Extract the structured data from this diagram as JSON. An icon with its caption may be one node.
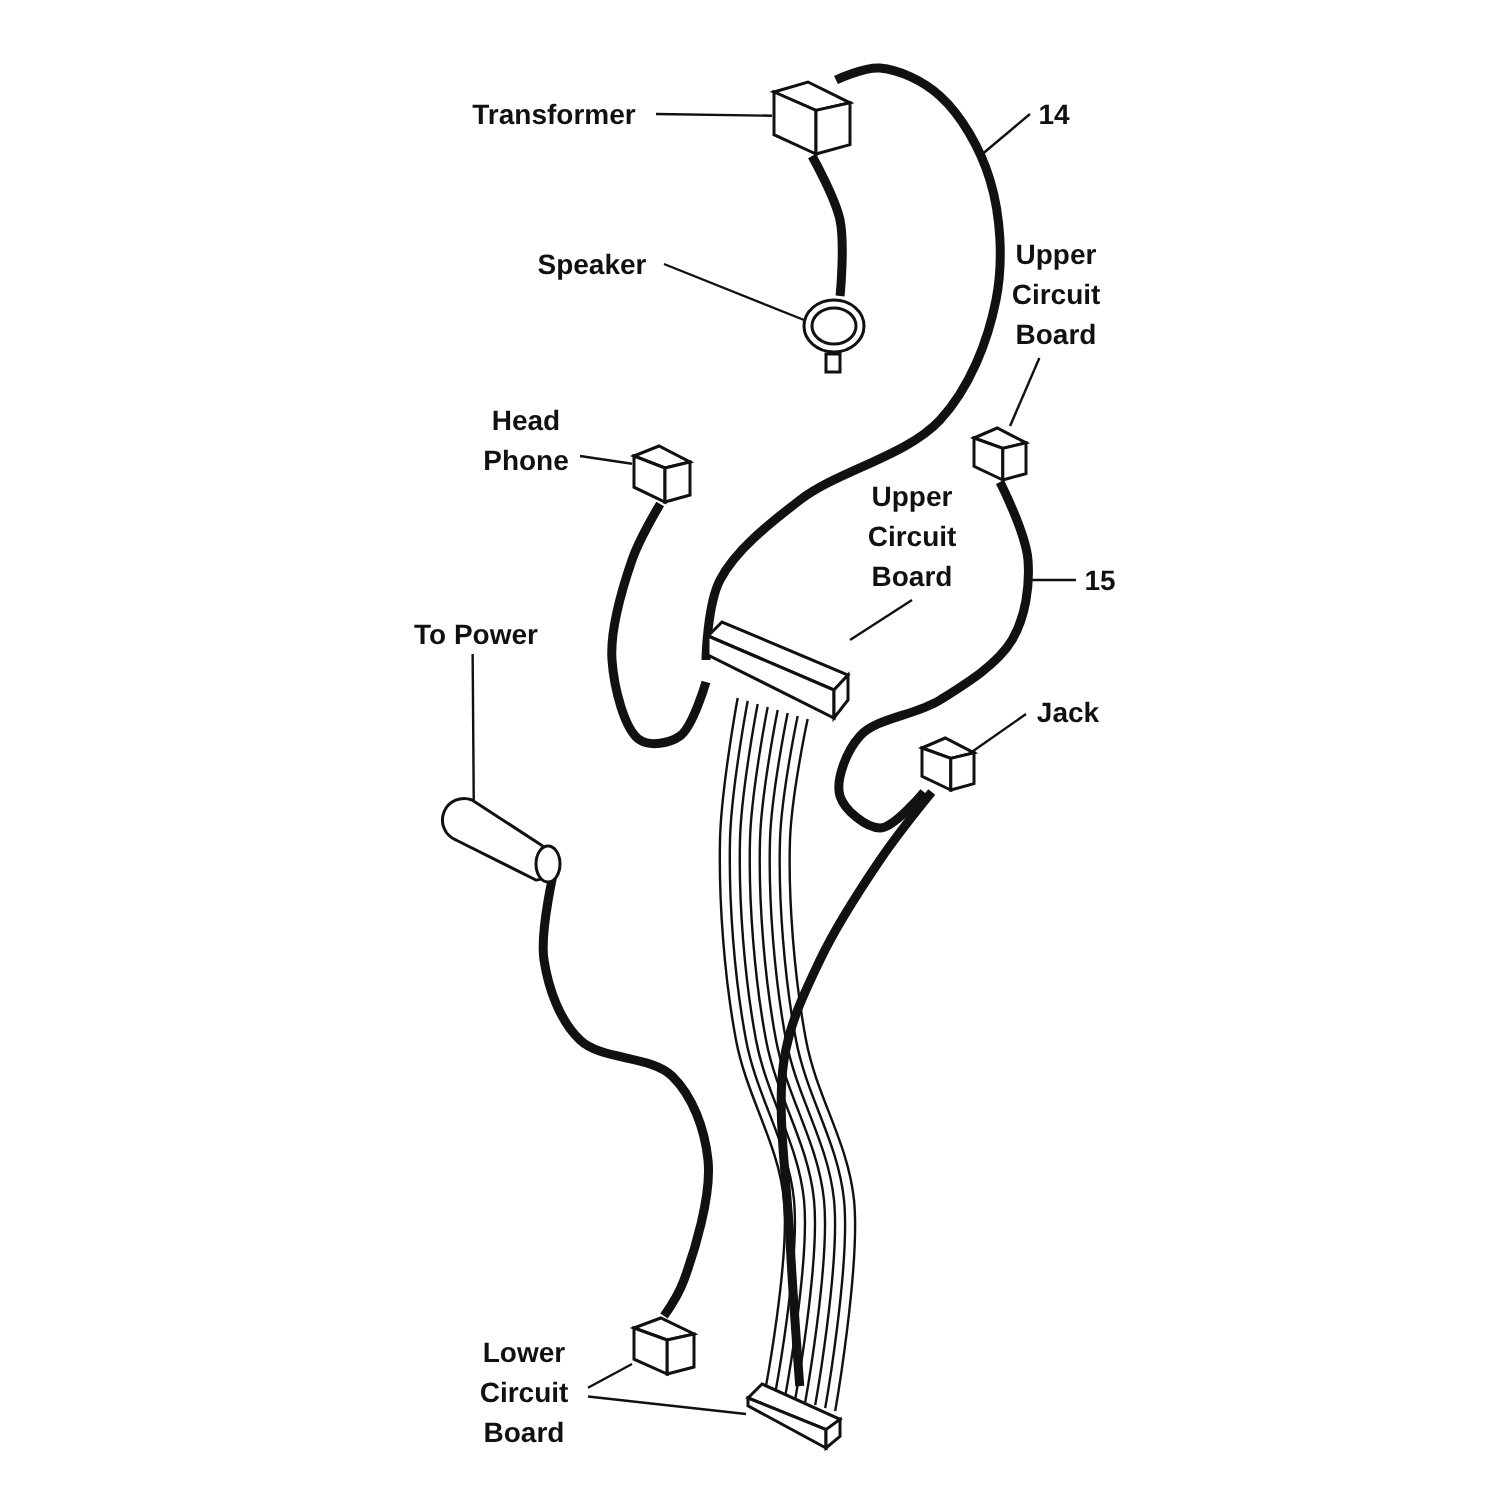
{
  "diagram": {
    "nodes": [
      {
        "text": [
          "Transformer"
        ]
      },
      {
        "text": [],
        "shape": "box"
      },
      {
        "text": [
          "14"
        ]
      },
      {
        "text": [
          "Speaker"
        ]
      },
      {
        "text": [],
        "shape": "circle"
      },
      {
        "text": [
          "Upper Circuit Board"
        ]
      },
      {
        "text": [],
        "shape": "box"
      },
      {
        "text": [
          "Head Phone"
        ]
      },
      {
        "text": [],
        "shape": "box"
      },
      {
        "text": [
          "Upper Circuit Board"
        ]
      },
      {
        "text": [],
        "shape": "bar"
      },
      {
        "text": [
          "15"
        ]
      },
      {
        "text": [
          "To Power"
        ]
      },
      {
        "text": [],
        "shape": "cylinder"
      },
      {
        "text": [
          "Jack"
        ]
      },
      {
        "text": [],
        "shape": "box"
      },
      {
        "text": [
          "Lower Circuit Board"
        ]
      },
      {
        "text": [],
        "shape": "box"
      },
      {
        "text": [],
        "shape": "bar"
      }
    ],
    "edges": [
      {
        "from": 0,
        "to": 1,
        "arrow": "none"
      },
      {
        "from": 2,
        "to": null,
        "arrow": "none"
      },
      {
        "from": 3,
        "to": 4,
        "arrow": "none"
      },
      {
        "from": 5,
        "to": 6,
        "arrow": "none"
      },
      {
        "from": 7,
        "to": 8,
        "arrow": "none"
      },
      {
        "from": 9,
        "to": 10,
        "arrow": "none"
      },
      {
        "from": 11,
        "to": null,
        "arrow": "none"
      },
      {
        "from": 12,
        "to": 13,
        "arrow": "none"
      },
      {
        "from": 14,
        "to": 15,
        "arrow": "none"
      },
      {
        "from": 16,
        "to": 17,
        "arrow": "none"
      },
      {
        "from": 16,
        "to": 18,
        "arrow": "none"
      },
      {
        "from": 1,
        "to": 4,
        "arrow": "none",
        "style": "thick"
      },
      {
        "from": 1,
        "to": 10,
        "arrow": "none",
        "style": "thick"
      },
      {
        "from": 8,
        "to": 10,
        "arrow": "none",
        "style": "thick"
      },
      {
        "from": 6,
        "to": 15,
        "arrow": "none",
        "style": "thick"
      },
      {
        "from": 15,
        "to": 18,
        "arrow": "none",
        "style": "thick"
      },
      {
        "from": 13,
        "to": 17,
        "arrow": "none",
        "style": "thick"
      },
      {
        "from": 10,
        "to": 18,
        "arrow": "none"
      }
    ]
  }
}
